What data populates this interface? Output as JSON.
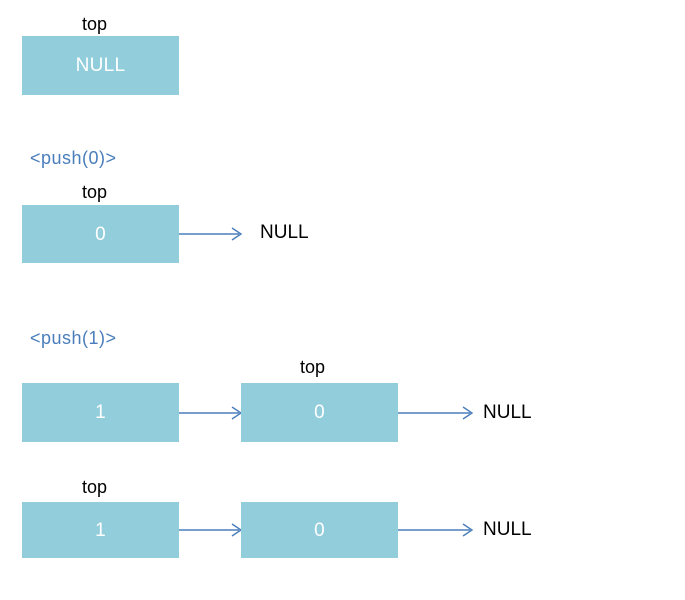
{
  "diagram": {
    "title_colors": {
      "node_fill": "#92CDDC",
      "node_value_text": "#FFFFFF",
      "arrow": "#4A7EBB",
      "op_label": "#4A7EBB",
      "plain_text": "#000000",
      "background": "#FFFFFF"
    },
    "pointer_label": "top",
    "null_label": "NULL",
    "rows": [
      {
        "id": "row-empty-stack",
        "op_label": null,
        "nodes": [
          {
            "value": "NULL",
            "has_top_pointer": true
          }
        ],
        "trailing_null": false
      },
      {
        "id": "row-after-push-0",
        "op_label": "<push(0)>",
        "nodes": [
          {
            "value": "0",
            "has_top_pointer": true
          }
        ],
        "trailing_null": true
      },
      {
        "id": "row-after-push-1",
        "op_label": "<push(1)>",
        "nodes": [
          {
            "value": "1",
            "has_top_pointer": false
          },
          {
            "value": "0",
            "has_top_pointer": true
          }
        ],
        "trailing_null": true
      },
      {
        "id": "row-top-corrected",
        "op_label": null,
        "nodes": [
          {
            "value": "1",
            "has_top_pointer": true
          },
          {
            "value": "0",
            "has_top_pointer": false
          }
        ],
        "trailing_null": true
      }
    ]
  }
}
